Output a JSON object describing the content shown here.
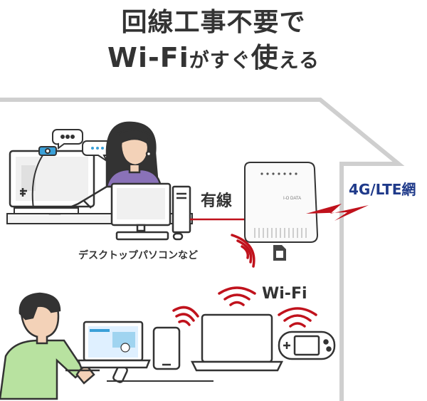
{
  "headline": {
    "line1": "回線工事不要で",
    "line2_part1": "Wi-Fi",
    "line2_part2": "がすぐ",
    "line2_part3": "使",
    "line2_part4": "える"
  },
  "labels": {
    "wired": "有線",
    "network": "4G/LTE網",
    "desktop_caption": "デスクトップパソコンなど",
    "wifi": "Wi-Fi",
    "router_brand": "I-O DATA"
  },
  "colors": {
    "accent_red": "#c0121c",
    "network_blue": "#1f3a8a",
    "skin": "#f3d2b8",
    "shirt_green": "#b8e2a0",
    "line_gray": "#cfcfcf"
  }
}
